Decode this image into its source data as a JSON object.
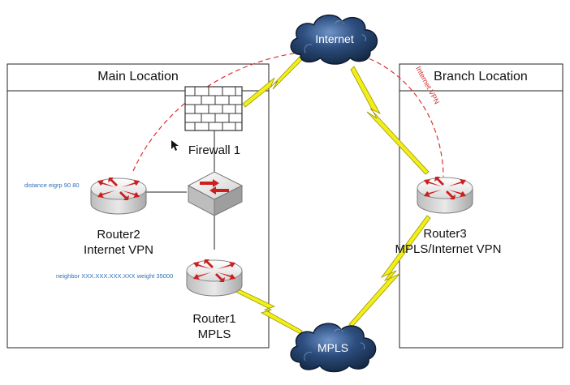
{
  "locations": {
    "main": "Main Location",
    "branch": "Branch Location"
  },
  "clouds": {
    "internet": "Internet",
    "mpls": "MPLS"
  },
  "devices": {
    "firewall": {
      "name": "Firewall 1"
    },
    "router1": {
      "name": "Router1",
      "role": "MPLS"
    },
    "router2": {
      "name": "Router2",
      "role": "Internet VPN"
    },
    "router3": {
      "name": "Router3",
      "role": "MPLS/Internet VPN"
    }
  },
  "annotations": {
    "router2_config": "distance eigrp 90 80",
    "router1_config": "neighbor XXX.XXX.XXX.XXX weight 35000",
    "vpn_tunnel": "Internet VPN"
  },
  "colors": {
    "vpn_path": "#e03030",
    "wan_link": "#f2ee1a",
    "cloud": "#1f3c63",
    "router_arrow": "#cc1f1f",
    "note_text": "#2f6fb5"
  },
  "icons": {
    "firewall": "brick-wall-icon",
    "switch": "switch-icon",
    "router": "router-icon",
    "cloud": "cloud-icon",
    "link": "lightning-link-icon"
  }
}
